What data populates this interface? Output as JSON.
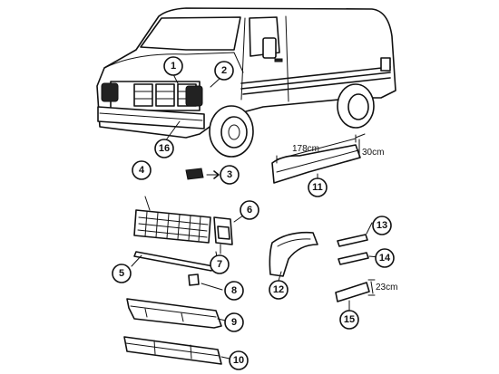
{
  "callouts": [
    {
      "label": "1"
    },
    {
      "label": "2"
    },
    {
      "label": "3"
    },
    {
      "label": "4"
    },
    {
      "label": "5"
    },
    {
      "label": "6"
    },
    {
      "label": "7"
    },
    {
      "label": "8"
    },
    {
      "label": "9"
    },
    {
      "label": "10"
    },
    {
      "label": "11"
    },
    {
      "label": "12"
    },
    {
      "label": "13"
    },
    {
      "label": "14"
    },
    {
      "label": "15"
    },
    {
      "label": "16"
    }
  ],
  "dimensions": {
    "side_molding_length": "178cm",
    "side_molding_height": "30cm",
    "panel_height": "23cm"
  }
}
